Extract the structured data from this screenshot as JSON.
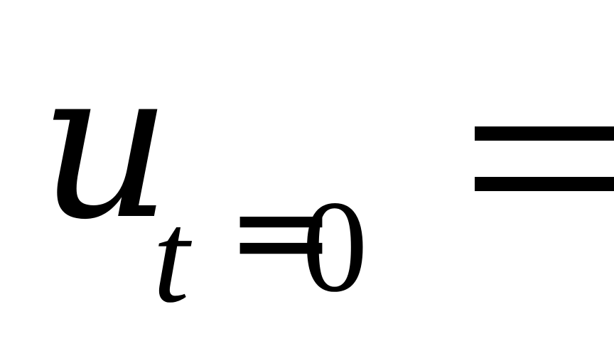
{
  "formula": {
    "variable": "u",
    "subscript_variable": "t",
    "subscript_relation": "=",
    "subscript_value": "0",
    "relation": "="
  },
  "colors": {
    "text": "#000000",
    "background": "#ffffff"
  }
}
